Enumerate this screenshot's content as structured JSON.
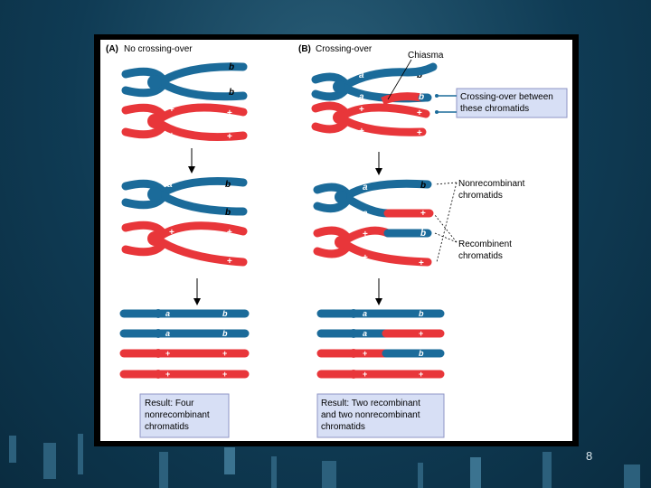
{
  "slide": {
    "number": "8"
  },
  "panel_a": {
    "heading_letter": "(A)",
    "heading_text": "No crossing-over",
    "result_lines": [
      "Result: Four",
      "nonrecombinant",
      "chromatids"
    ]
  },
  "panel_b": {
    "heading_letter": "(B)",
    "heading_text": "Crossing-over",
    "chiasma_label": "Chiasma",
    "crossover_label_lines": [
      "Crossing-over between",
      "these chromatids"
    ],
    "nonrecombinant_label_lines": [
      "Nonrecombinant",
      "chromatids"
    ],
    "recombinant_label_lines": [
      "Recombinent",
      "chromatids"
    ],
    "result_lines": [
      "Result: Two recombinant",
      "and two nonrecombinant",
      "chromatids"
    ]
  },
  "alleles": {
    "a": "a",
    "b": "b",
    "plus": "+"
  },
  "colors": {
    "blue_chromosome": "#1b6b9a",
    "red_chromosome": "#e8363a",
    "callout_fill": "#d7dff5",
    "callout_border": "#8f96c6"
  }
}
